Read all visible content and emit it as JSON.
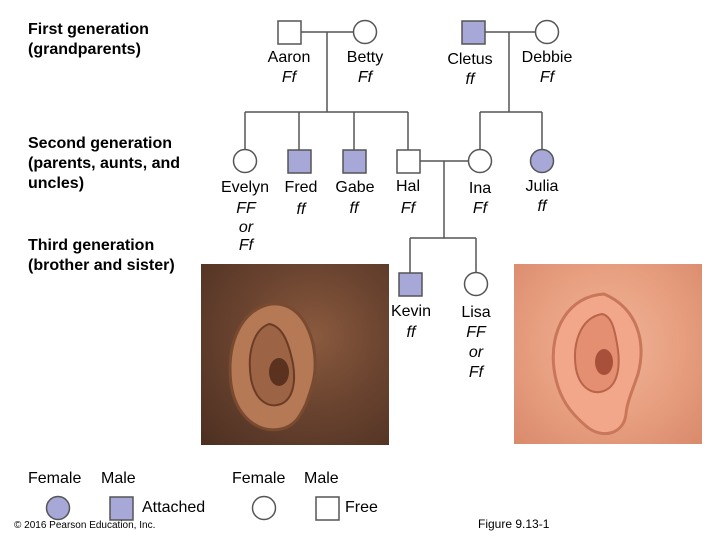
{
  "generations": {
    "first": "First generation (grandparents)",
    "second": "Second generation (parents, aunts, and uncles)",
    "third": "Third generation (brother and sister)"
  },
  "people": {
    "aaron": {
      "name": "Aaron",
      "genotype": "Ff",
      "sex": "male",
      "phenotype": "free"
    },
    "betty": {
      "name": "Betty",
      "genotype": "Ff",
      "sex": "female",
      "phenotype": "free"
    },
    "cletus": {
      "name": "Cletus",
      "genotype": "ff",
      "sex": "male",
      "phenotype": "attached"
    },
    "debbie": {
      "name": "Debbie",
      "genotype": "Ff",
      "sex": "female",
      "phenotype": "free"
    },
    "evelyn": {
      "name": "Evelyn",
      "genotype_line1": "FF",
      "genotype_or": "or",
      "genotype_line2": "Ff",
      "sex": "female",
      "phenotype": "free"
    },
    "fred": {
      "name": "Fred",
      "genotype": "ff",
      "sex": "male",
      "phenotype": "attached"
    },
    "gabe": {
      "name": "Gabe",
      "genotype": "ff",
      "sex": "male",
      "phenotype": "attached"
    },
    "hal": {
      "name": "Hal",
      "genotype": "Ff",
      "sex": "male",
      "phenotype": "free"
    },
    "ina": {
      "name": "Ina",
      "genotype": "Ff",
      "sex": "female",
      "phenotype": "free"
    },
    "julia": {
      "name": "Julia",
      "genotype": "ff",
      "sex": "female",
      "phenotype": "attached"
    },
    "kevin": {
      "name": "Kevin",
      "genotype": "ff",
      "sex": "male",
      "phenotype": "attached"
    },
    "lisa": {
      "name": "Lisa",
      "genotype_line1": "FF",
      "genotype_or": "or",
      "genotype_line2": "Ff",
      "sex": "female",
      "phenotype": "free"
    }
  },
  "legend": {
    "attached": {
      "female": "Female",
      "male": "Male",
      "label": "Attached"
    },
    "free": {
      "female": "Female",
      "male": "Male",
      "label": "Free"
    }
  },
  "colors": {
    "affected_fill": "#a7a7d8",
    "unaffected_fill": "#ffffff",
    "stroke": "#555555"
  },
  "copyright": "© 2016 Pearson Education, Inc.",
  "figure_label": "Figure 9.13-1"
}
